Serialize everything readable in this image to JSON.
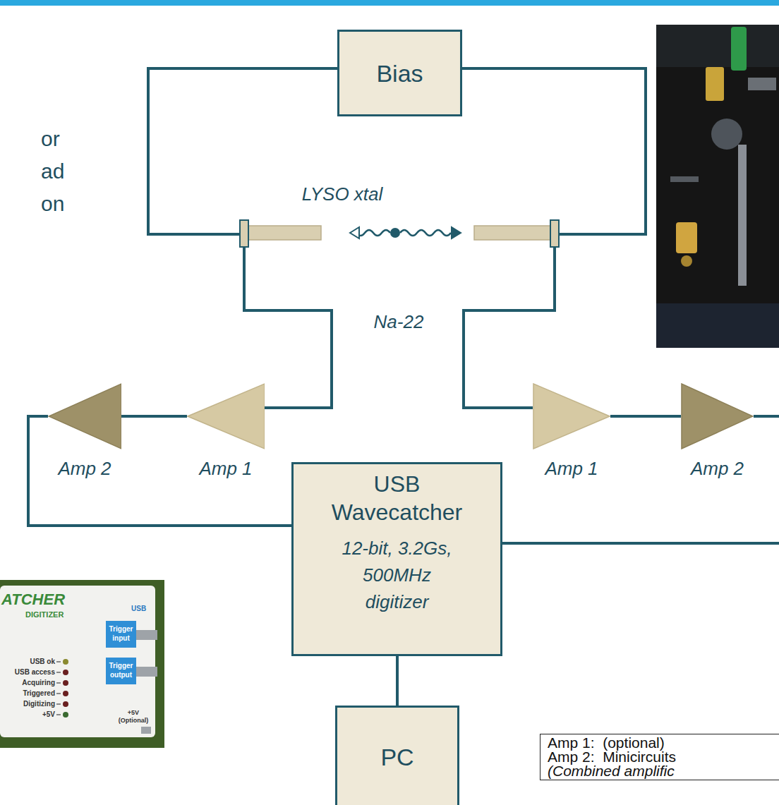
{
  "diagram": {
    "nodes": [
      {
        "text": [
          "Bias"
        ]
      },
      {
        "text": [
          "Amp 2"
        ]
      },
      {
        "text": [
          "Amp 1"
        ]
      },
      {
        "text": [
          "Amp 1"
        ]
      },
      {
        "text": [
          "Amp 2"
        ]
      },
      {
        "text": [
          "USB Wavecatcher",
          "12-bit, 3.2Gs, 500MHz digitizer"
        ]
      },
      {
        "text": [
          "PC"
        ]
      },
      {
        "text": [
          "Amp 1:  (optional)",
          "Amp 2:  Minicircuits",
          "(Combined amplific"
        ]
      }
    ],
    "edges": [
      {
        "from": 2,
        "to": 1,
        "arrow": "none"
      },
      {
        "from": 3,
        "to": 4,
        "arrow": "none"
      },
      {
        "from": 1,
        "to": 5,
        "arrow": "none"
      },
      {
        "from": 4,
        "to": 5,
        "arrow": "none"
      },
      {
        "from": 5,
        "to": 6,
        "arrow": "none"
      }
    ],
    "labels": [
      "or",
      "ad",
      "on",
      "LYSO xtal",
      "Na-22",
      "ATCHER",
      "DIGITIZER",
      "USB",
      "Trigger input",
      "Trigger output",
      "USB ok",
      "USB access",
      "Acquiring",
      "Triggered",
      "Digitizing",
      "+5V",
      "+5V (Optional)"
    ]
  }
}
